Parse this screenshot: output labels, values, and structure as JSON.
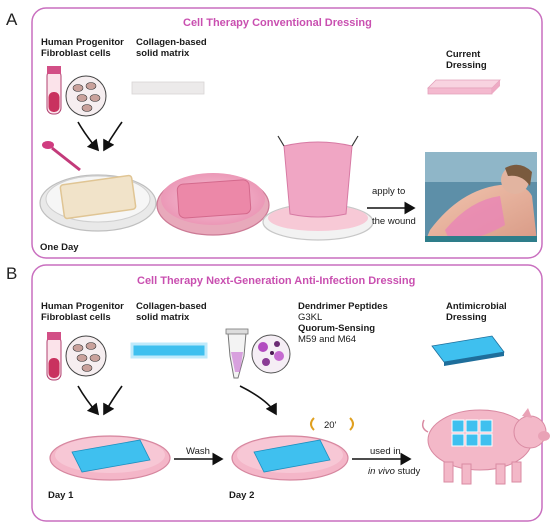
{
  "panelA": {
    "letter": "A",
    "title": "Cell Therapy Conventional Dressing",
    "cells_label": "Human Progenitor\nFibroblast cells",
    "matrix_label": "Collagen-based\nsolid matrix",
    "current_label": "Current\nDressing",
    "apply_label_1": "apply to",
    "apply_label_2": "the wound",
    "day_label": "One Day"
  },
  "panelB": {
    "letter": "B",
    "title": "Cell Therapy Next-Generation Anti-Infection Dressing",
    "cells_label": "Human Progenitor\nFibroblast cells",
    "matrix_label": "Collagen-based\nsolid matrix",
    "dendrimer_label": "Dendrimer Peptides",
    "g3kl_label": "G3KL",
    "quorum_label": "Quorum-Sensing",
    "m_label": "M59 and M64",
    "antimicrobial_label": "Antimicrobial\nDressing",
    "wash_label": "Wash",
    "time_label": "20'",
    "used_in_label": "used in",
    "in_vivo_label": "in vivo",
    "study_label": " study",
    "day1_label": "Day 1",
    "day2_label": "Day 2"
  },
  "colors": {
    "panel_border": "#c96fbf",
    "title_pink": "#c94fb0",
    "dish_pink": "#f2a7c0",
    "matrix_blue": "#3fc0ef",
    "pig_pink": "#f3b8c8"
  },
  "icons": [
    "tube-icon",
    "cells-circle-icon",
    "pipette-icon",
    "petri-dish-icon",
    "eppendorf-icon",
    "peptide-circle-icon",
    "heat-icon",
    "pig-icon",
    "patient-photo"
  ]
}
